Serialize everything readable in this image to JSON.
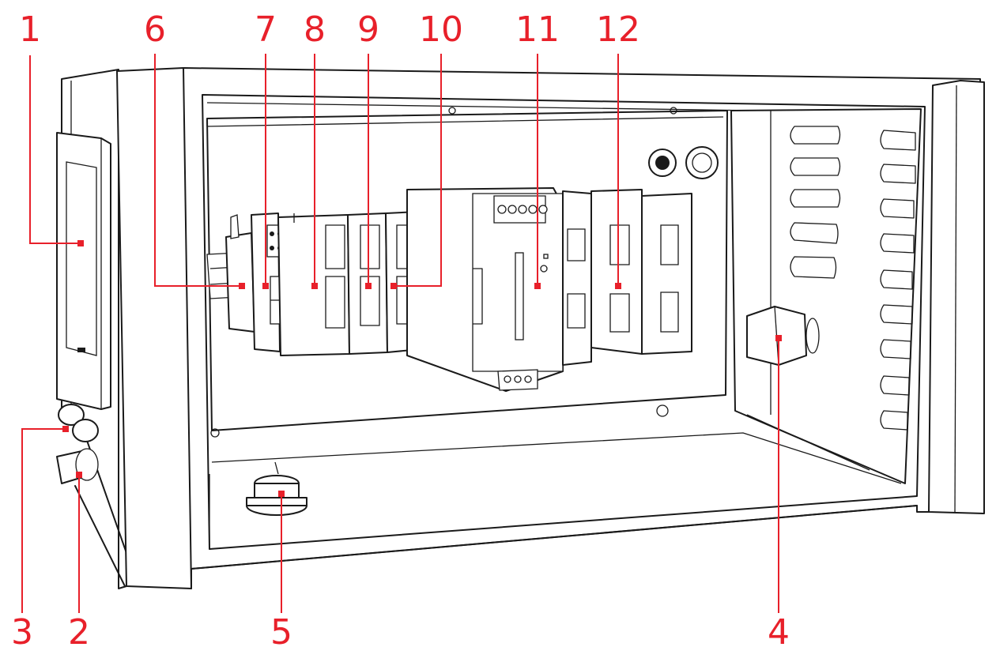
{
  "figure": {
    "callouts": [
      {
        "id": "1",
        "label": "1"
      },
      {
        "id": "2",
        "label": "2"
      },
      {
        "id": "3",
        "label": "3"
      },
      {
        "id": "4",
        "label": "4"
      },
      {
        "id": "5",
        "label": "5"
      },
      {
        "id": "6",
        "label": "6"
      },
      {
        "id": "7",
        "label": "7"
      },
      {
        "id": "8",
        "label": "8"
      },
      {
        "id": "9",
        "label": "9"
      },
      {
        "id": "10",
        "label": "10"
      },
      {
        "id": "11",
        "label": "11"
      },
      {
        "id": "12",
        "label": "12"
      }
    ],
    "colors": {
      "callout": "#e8202a",
      "linework": "#1a1a1a",
      "background": "#ffffff"
    }
  }
}
